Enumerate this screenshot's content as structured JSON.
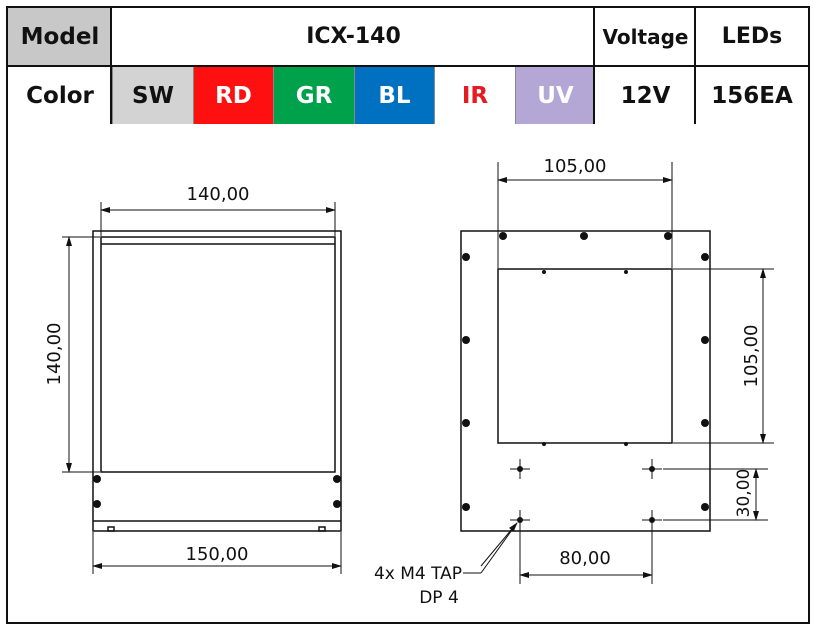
{
  "table": {
    "model_label": "Model",
    "model_value": "ICX-140",
    "voltage_label": "Voltage",
    "leds_label": "LEDs",
    "color_label": "Color",
    "colors": [
      {
        "label": "SW",
        "background": "#d3d3d3",
        "text": "#111111"
      },
      {
        "label": "RD",
        "background": "#ff1010",
        "text": "#ffffff"
      },
      {
        "label": "GR",
        "background": "#00a14b",
        "text": "#ffffff"
      },
      {
        "label": "BL",
        "background": "#0070c0",
        "text": "#ffffff"
      },
      {
        "label": "IR",
        "background": "#ffffff",
        "text": "#e41b23"
      },
      {
        "label": "UV",
        "background": "#b4a7d6",
        "text": "#ffffff"
      }
    ],
    "voltage_value": "12V",
    "leds_value": "156EA"
  },
  "drawing": {
    "front_view": {
      "width_top": "140,00",
      "height_left": "140,00",
      "width_bottom": "150,00"
    },
    "rear_view": {
      "width_top": "105,00",
      "height_right": "105,00",
      "hole_spacing_vertical": "30,00",
      "hole_spacing_horizontal": "80,00",
      "tap_note_line1": "4x M4 TAP",
      "tap_note_line2": "DP 4"
    }
  }
}
